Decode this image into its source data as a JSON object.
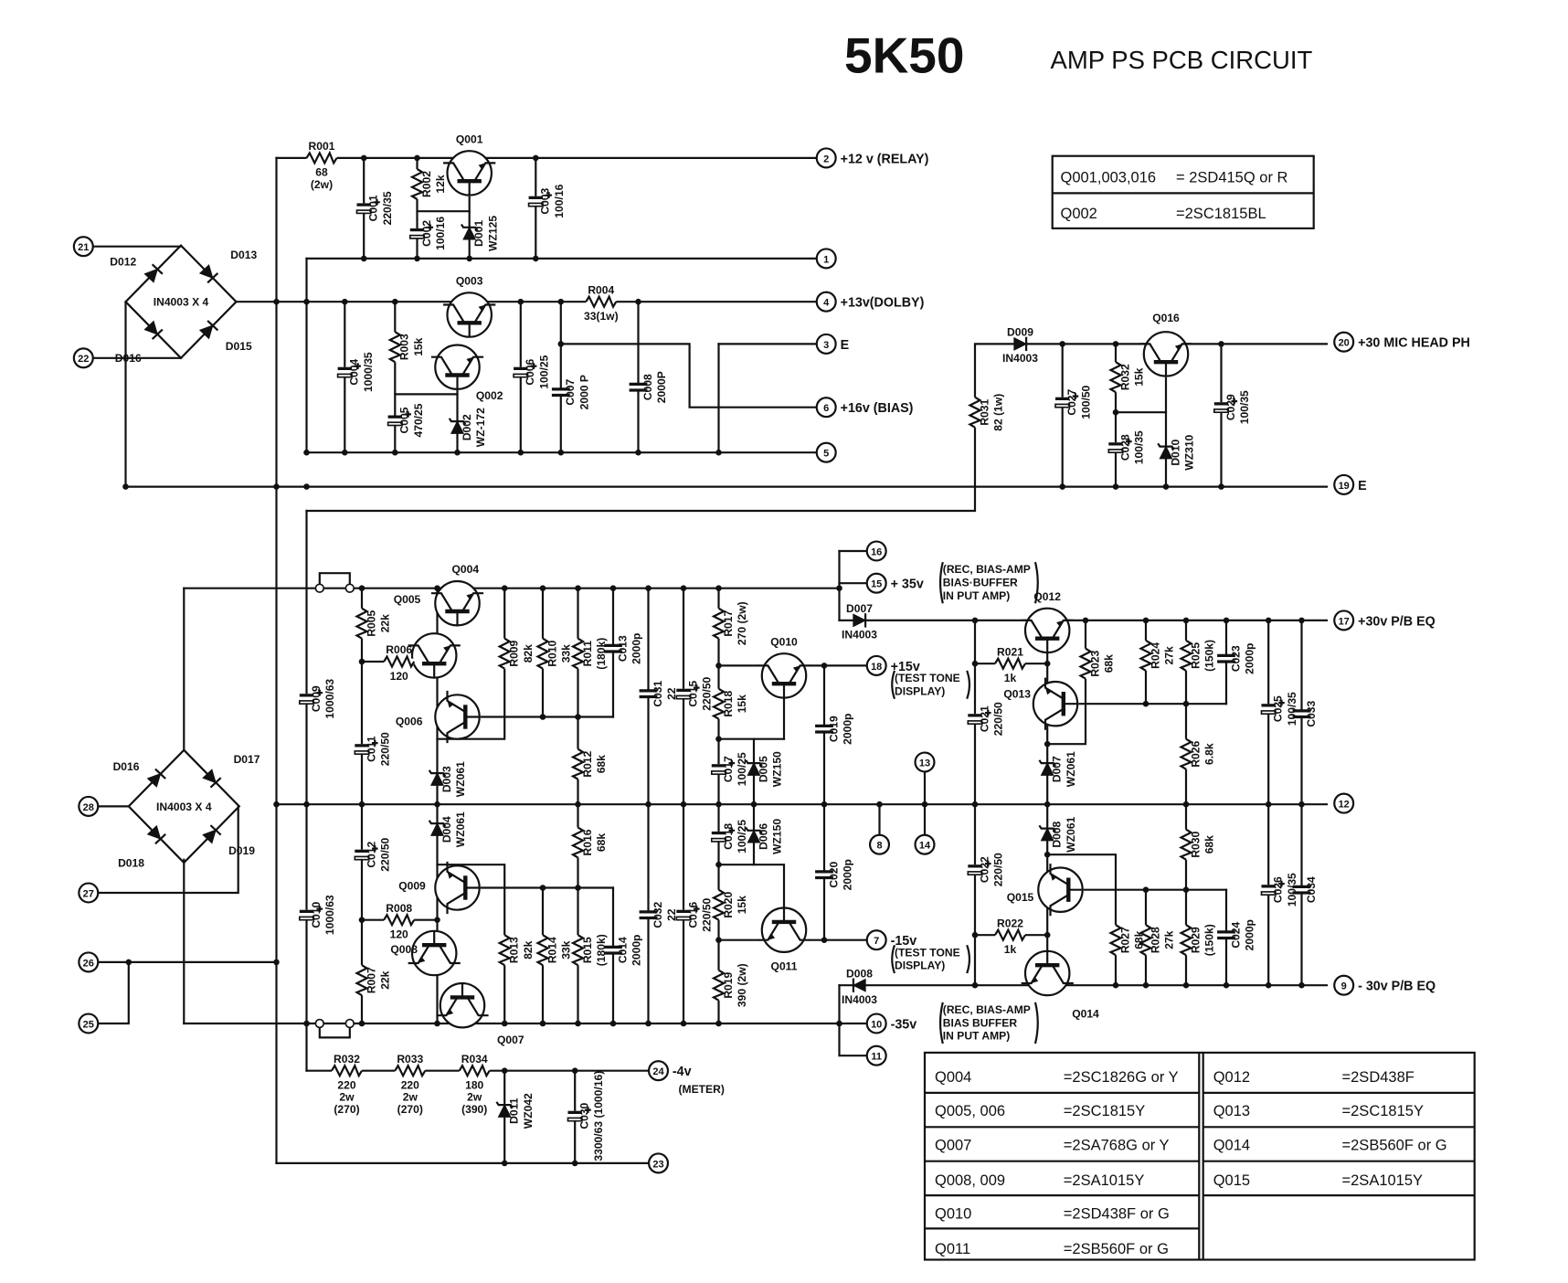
{
  "title": {
    "model": "5K50",
    "subtitle": "AMP PS PCB CIRCUIT"
  },
  "bridges": {
    "b1": {
      "label": "IN4003 X 4",
      "d_a": "D012",
      "d_b": "D013",
      "d_c": "D016",
      "d_d": "D015"
    },
    "b2": {
      "label": "IN4003 X 4",
      "d_a": "D016",
      "d_b": "D017",
      "d_c": "D018",
      "d_d": "D019"
    }
  },
  "components": {
    "R001": {
      "ref": "R001",
      "value": [
        "68",
        "(2w)"
      ]
    },
    "C001": {
      "ref": "C001",
      "value": "220/35"
    },
    "R002": {
      "ref": "R002",
      "value": "12k"
    },
    "C002": {
      "ref": "C002",
      "value": "100/16"
    },
    "D001": {
      "ref": "D001",
      "value": "WZ125"
    },
    "C003": {
      "ref": "C003",
      "value": "100/16"
    },
    "Q001": {
      "ref": "Q001"
    },
    "Q003": {
      "ref": "Q003"
    },
    "Q002": {
      "ref": "Q002"
    },
    "R004": {
      "ref": "R004",
      "value": "33(1w)"
    },
    "C004": {
      "ref": "C004",
      "value": "1000/35"
    },
    "R003": {
      "ref": "R003",
      "value": "15k"
    },
    "C005": {
      "ref": "C005",
      "value": "470/25"
    },
    "D002": {
      "ref": "D002",
      "value": "WZ-172"
    },
    "C006": {
      "ref": "C006",
      "value": "100/25"
    },
    "C007": {
      "ref": "C007",
      "value": "2000 P"
    },
    "C008": {
      "ref": "C008",
      "value": "2000P"
    },
    "D009": {
      "ref": "D009",
      "value": "IN4003"
    },
    "R031": {
      "ref": "R031",
      "value": "82 (1w)"
    },
    "C027": {
      "ref": "C027",
      "value": "100/50"
    },
    "R032a": {
      "ref": "R032",
      "value": "15k"
    },
    "C028": {
      "ref": "C028",
      "value": "100/35"
    },
    "D010": {
      "ref": "D010",
      "value": "WZ310"
    },
    "Q016": {
      "ref": "Q016"
    },
    "C029": {
      "ref": "C029",
      "value": "100/35"
    },
    "Q004": {
      "ref": "Q004"
    },
    "Q005": {
      "ref": "Q005"
    },
    "Q006": {
      "ref": "Q006"
    },
    "C009": {
      "ref": "C009",
      "value": "1000/63"
    },
    "R005": {
      "ref": "R005",
      "value": "22k"
    },
    "R006": {
      "ref": "R006",
      "value": "120"
    },
    "C011": {
      "ref": "C011",
      "value": "220/50"
    },
    "D003": {
      "ref": "D003",
      "value": "WZ061"
    },
    "R009": {
      "ref": "R009",
      "value": "82k"
    },
    "R010": {
      "ref": "R010",
      "value": "33k"
    },
    "R011": {
      "ref": "R011",
      "value": "(180k)"
    },
    "C013": {
      "ref": "C013",
      "value": "2000p"
    },
    "R012": {
      "ref": "R012",
      "value": "68k"
    },
    "C031": {
      "ref": "C031",
      "value": "22"
    },
    "C015": {
      "ref": "C015",
      "value": "220/50"
    },
    "R017": {
      "ref": "R017",
      "value": "270 (2w)"
    },
    "R018": {
      "ref": "R018",
      "value": "15k"
    },
    "Q010": {
      "ref": "Q010"
    },
    "C017": {
      "ref": "C017",
      "value": "100/25"
    },
    "D005": {
      "ref": "D005",
      "value": "WZ150"
    },
    "C019": {
      "ref": "C019",
      "value": "2000p"
    },
    "D007": {
      "ref": "D007",
      "value": "IN4003"
    },
    "D004": {
      "ref": "D004",
      "value": "WZ061"
    },
    "C012": {
      "ref": "C012",
      "value": "220/50"
    },
    "R008": {
      "ref": "R008",
      "value": "120"
    },
    "C010": {
      "ref": "C010",
      "value": "1000/63"
    },
    "R007": {
      "ref": "R007",
      "value": "22k"
    },
    "Q009": {
      "ref": "Q009"
    },
    "Q008": {
      "ref": "Q008"
    },
    "Q007": {
      "ref": "Q007"
    },
    "R013": {
      "ref": "R013",
      "value": "82k"
    },
    "R014": {
      "ref": "R014",
      "value": "33k"
    },
    "R015": {
      "ref": "R015",
      "value": "(180k)"
    },
    "R016": {
      "ref": "R016",
      "value": "68k"
    },
    "C014": {
      "ref": "C014",
      "value": "2000p"
    },
    "C032": {
      "ref": "C032",
      "value": "22"
    },
    "C016": {
      "ref": "C016",
      "value": "220/50"
    },
    "C018": {
      "ref": "C018",
      "value": "100/25"
    },
    "D006": {
      "ref": "D006",
      "value": "WZ150"
    },
    "R020": {
      "ref": "R020",
      "value": "15k"
    },
    "R019": {
      "ref": "R019",
      "value": "390 (2w)"
    },
    "Q011": {
      "ref": "Q011"
    },
    "C020": {
      "ref": "C020",
      "value": "2000p"
    },
    "D008": {
      "ref": "D008",
      "value": "IN4003"
    },
    "R032b": {
      "ref": "R032",
      "value": [
        "220",
        "2w",
        "(270)"
      ]
    },
    "R033": {
      "ref": "R033",
      "value": [
        "220",
        "2w",
        "(270)"
      ]
    },
    "R034": {
      "ref": "R034",
      "value": [
        "180",
        "2w",
        "(390)"
      ]
    },
    "D011": {
      "ref": "D011",
      "value": "WZ042"
    },
    "C030": {
      "ref": "C030",
      "value": "3300/63 (1000/16)"
    },
    "Q012": {
      "ref": "Q012"
    },
    "Q013": {
      "ref": "Q013"
    },
    "Q015": {
      "ref": "Q015"
    },
    "Q014": {
      "ref": "Q014"
    },
    "C021": {
      "ref": "C021",
      "value": "220/50"
    },
    "C022": {
      "ref": "C022",
      "value": "220/50"
    },
    "R021": {
      "ref": "R021",
      "value": "1k"
    },
    "R022": {
      "ref": "R022",
      "value": "1k"
    },
    "D007r": {
      "ref": "D007",
      "value": "WZ061"
    },
    "D008r": {
      "ref": "D008",
      "value": "WZ061"
    },
    "R023": {
      "ref": "R023",
      "value": "68k"
    },
    "R024": {
      "ref": "R024",
      "value": "27k"
    },
    "R025": {
      "ref": "R025",
      "value": "(150k)"
    },
    "C023": {
      "ref": "C023",
      "value": "2000p"
    },
    "R026": {
      "ref": "R026",
      "value": "6.8k"
    },
    "R030": {
      "ref": "R030",
      "value": "68k"
    },
    "R027": {
      "ref": "R027",
      "value": "68k"
    },
    "R028": {
      "ref": "R028",
      "value": "27k"
    },
    "R029": {
      "ref": "R029",
      "value": "(150k)"
    },
    "C024": {
      "ref": "C024",
      "value": "2000p"
    },
    "C025": {
      "ref": "C025",
      "value": "100/35"
    },
    "C026": {
      "ref": "C026",
      "value": "100/35"
    },
    "C033": {
      "ref": "C033",
      "value": ""
    },
    "C034": {
      "ref": "C034",
      "value": ""
    }
  },
  "terminals": [
    {
      "num": "2",
      "label": "+12 v (RELAY)"
    },
    {
      "num": "1",
      "label": ""
    },
    {
      "num": "4",
      "label": "+13v(DOLBY)"
    },
    {
      "num": "3",
      "label": "E"
    },
    {
      "num": "6",
      "label": "+16v (BIAS)"
    },
    {
      "num": "5",
      "label": ""
    },
    {
      "num": "20",
      "label": "+30  MIC HEAD PH"
    },
    {
      "num": "19",
      "label": "E"
    },
    {
      "num": "21",
      "label": ""
    },
    {
      "num": "22",
      "label": ""
    },
    {
      "num": "16",
      "label": ""
    },
    {
      "num": "15",
      "label": "+ 35v",
      "note": [
        "(REC, BIAS-AMP",
        "BIAS·BUFFER",
        "IN PUT AMP)"
      ]
    },
    {
      "num": "18",
      "label": "+15v",
      "note": [
        "(TEST TONE",
        "DISPLAY)"
      ]
    },
    {
      "num": "17",
      "label": "+30v P/B EQ"
    },
    {
      "num": "13",
      "label": ""
    },
    {
      "num": "12",
      "label": ""
    },
    {
      "num": "8",
      "label": ""
    },
    {
      "num": "14",
      "label": ""
    },
    {
      "num": "7",
      "label": "-15v",
      "note": [
        "(TEST TONE",
        "DISPLAY)"
      ]
    },
    {
      "num": "9",
      "label": "- 30v P/B EQ"
    },
    {
      "num": "10",
      "label": "-35v",
      "note": [
        "(REC, BIAS-AMP",
        "BIAS BUFFER",
        "IN PUT AMP)"
      ]
    },
    {
      "num": "11",
      "label": ""
    },
    {
      "num": "24",
      "label": "-4v",
      "note": [
        "(METER)"
      ]
    },
    {
      "num": "23",
      "label": ""
    },
    {
      "num": "28",
      "label": ""
    },
    {
      "num": "27",
      "label": ""
    },
    {
      "num": "26",
      "label": ""
    },
    {
      "num": "25",
      "label": ""
    }
  ],
  "parts_table_top": [
    {
      "part": "Q001,003,016",
      "type": "= 2SD415Q  or R"
    },
    {
      "part": "Q002",
      "type": "=2SC1815BL"
    }
  ],
  "parts_table_bottom": {
    "left": [
      {
        "part": "Q004",
        "type": "=2SC1826G or Y"
      },
      {
        "part": "Q005, 006",
        "type": "=2SC1815Y"
      },
      {
        "part": "Q007",
        "type": "=2SA768G or Y"
      },
      {
        "part": "Q008, 009",
        "type": "=2SA1015Y"
      },
      {
        "part": "Q010",
        "type": "=2SD438F or G"
      },
      {
        "part": "Q011",
        "type": "=2SB560F or G"
      }
    ],
    "right": [
      {
        "part": "Q012",
        "type": "=2SD438F"
      },
      {
        "part": "Q013",
        "type": "=2SC1815Y"
      },
      {
        "part": "Q014",
        "type": "=2SB560F or G"
      },
      {
        "part": "Q015",
        "type": "=2SA1015Y"
      }
    ]
  }
}
